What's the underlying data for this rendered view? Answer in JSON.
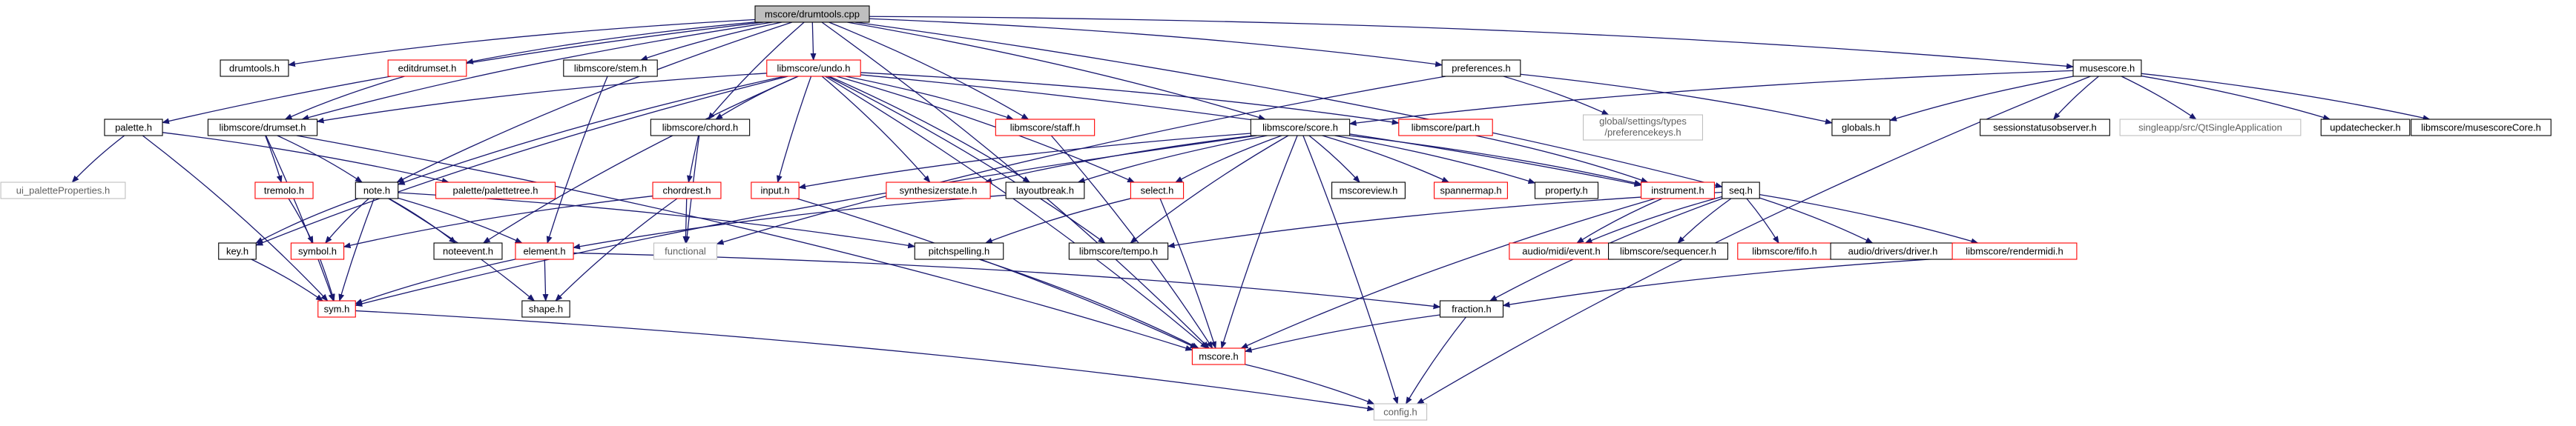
{
  "graph": {
    "title": "mscore/drumtools.cpp",
    "nodes": [
      {
        "id": "root",
        "label": "mscore/drumtools.cpp",
        "style": "root"
      },
      {
        "id": "drumtools_h",
        "label": "drumtools.h",
        "style": "black"
      },
      {
        "id": "editdrumset_h",
        "label": "editdrumset.h",
        "style": "red"
      },
      {
        "id": "stem_h",
        "label": "libmscore/stem.h",
        "style": "black"
      },
      {
        "id": "undo_h",
        "label": "libmscore/undo.h",
        "style": "red"
      },
      {
        "id": "preferences_h",
        "label": "preferences.h",
        "style": "black"
      },
      {
        "id": "musescore_h",
        "label": "musescore.h",
        "style": "black"
      },
      {
        "id": "palette_h",
        "label": "palette.h",
        "style": "black"
      },
      {
        "id": "drumset_h",
        "label": "libmscore/drumset.h",
        "style": "black"
      },
      {
        "id": "chord_h",
        "label": "libmscore/chord.h",
        "style": "black"
      },
      {
        "id": "staff_h",
        "label": "libmscore/staff.h",
        "style": "red"
      },
      {
        "id": "score_h",
        "label": "libmscore/score.h",
        "style": "black"
      },
      {
        "id": "part_h",
        "label": "libmscore/part.h",
        "style": "red"
      },
      {
        "id": "prefkeys_h",
        "label": "global/settings/types\n/preferencekeys.h",
        "style": "gray"
      },
      {
        "id": "globals_h",
        "label": "globals.h",
        "style": "black"
      },
      {
        "id": "sessionstatus_h",
        "label": "sessionstatusobserver.h",
        "style": "black"
      },
      {
        "id": "qtsingle_h",
        "label": "singleapp/src/QtSingleApplication",
        "style": "gray"
      },
      {
        "id": "updatechecker_h",
        "label": "updatechecker.h",
        "style": "black"
      },
      {
        "id": "musescorecore_h",
        "label": "libmscore/musescoreCore.h",
        "style": "black"
      },
      {
        "id": "ui_palette_h",
        "label": "ui_paletteProperties.h",
        "style": "gray"
      },
      {
        "id": "tremolo_h",
        "label": "tremolo.h",
        "style": "red"
      },
      {
        "id": "note_h",
        "label": "note.h",
        "style": "black"
      },
      {
        "id": "palettetree_h",
        "label": "palette/palettetree.h",
        "style": "red"
      },
      {
        "id": "chordrest_h",
        "label": "chordrest.h",
        "style": "red"
      },
      {
        "id": "input_h",
        "label": "input.h",
        "style": "red"
      },
      {
        "id": "synthstate_h",
        "label": "synthesizerstate.h",
        "style": "red"
      },
      {
        "id": "layoutbreak_h",
        "label": "layoutbreak.h",
        "style": "black"
      },
      {
        "id": "select_h",
        "label": "select.h",
        "style": "red"
      },
      {
        "id": "mscoreview_h",
        "label": "mscoreview.h",
        "style": "black"
      },
      {
        "id": "spannermap_h",
        "label": "spannermap.h",
        "style": "red"
      },
      {
        "id": "property_h",
        "label": "property.h",
        "style": "black"
      },
      {
        "id": "instrument_h",
        "label": "instrument.h",
        "style": "red"
      },
      {
        "id": "seq_h",
        "label": "seq.h",
        "style": "black"
      },
      {
        "id": "key_h",
        "label": "key.h",
        "style": "black"
      },
      {
        "id": "symbol_h",
        "label": "symbol.h",
        "style": "red"
      },
      {
        "id": "noteevent_h",
        "label": "noteevent.h",
        "style": "black"
      },
      {
        "id": "element_h",
        "label": "element.h",
        "style": "red"
      },
      {
        "id": "functional",
        "label": "functional",
        "style": "gray"
      },
      {
        "id": "pitchspelling_h",
        "label": "pitchspelling.h",
        "style": "black"
      },
      {
        "id": "tempo_h",
        "label": "libmscore/tempo.h",
        "style": "black"
      },
      {
        "id": "event_h",
        "label": "audio/midi/event.h",
        "style": "red"
      },
      {
        "id": "sequencer_h",
        "label": "libmscore/sequencer.h",
        "style": "black"
      },
      {
        "id": "fifo_h",
        "label": "libmscore/fifo.h",
        "style": "red"
      },
      {
        "id": "driver_h",
        "label": "audio/drivers/driver.h",
        "style": "black"
      },
      {
        "id": "rendermidi_h",
        "label": "libmscore/rendermidi.h",
        "style": "red"
      },
      {
        "id": "sym_h",
        "label": "sym.h",
        "style": "red"
      },
      {
        "id": "shape_h",
        "label": "shape.h",
        "style": "black"
      },
      {
        "id": "fraction_h",
        "label": "fraction.h",
        "style": "black"
      },
      {
        "id": "mscore_h",
        "label": "mscore.h",
        "style": "red"
      },
      {
        "id": "config_h",
        "label": "config.h",
        "style": "gray"
      }
    ],
    "edges": [
      [
        "root",
        "drumtools_h"
      ],
      [
        "root",
        "editdrumset_h"
      ],
      [
        "root",
        "stem_h"
      ],
      [
        "root",
        "undo_h"
      ],
      [
        "root",
        "preferences_h"
      ],
      [
        "root",
        "musescore_h"
      ],
      [
        "root",
        "palette_h"
      ],
      [
        "root",
        "drumset_h"
      ],
      [
        "root",
        "chord_h"
      ],
      [
        "root",
        "staff_h"
      ],
      [
        "root",
        "score_h"
      ],
      [
        "root",
        "note_h"
      ],
      [
        "root",
        "seq_h"
      ],
      [
        "root",
        "mscore_h"
      ],
      [
        "editdrumset_h",
        "drumset_h"
      ],
      [
        "stem_h",
        "element_h"
      ],
      [
        "undo_h",
        "drumset_h"
      ],
      [
        "undo_h",
        "chord_h"
      ],
      [
        "undo_h",
        "staff_h"
      ],
      [
        "undo_h",
        "part_h"
      ],
      [
        "undo_h",
        "input_h"
      ],
      [
        "undo_h",
        "synthstate_h"
      ],
      [
        "undo_h",
        "select_h"
      ],
      [
        "undo_h",
        "instrument_h"
      ],
      [
        "undo_h",
        "note_h"
      ],
      [
        "undo_h",
        "key_h"
      ],
      [
        "undo_h",
        "noteevent_h"
      ],
      [
        "undo_h",
        "tempo_h"
      ],
      [
        "undo_h",
        "mscore_h"
      ],
      [
        "undo_h",
        "layoutbreak_h"
      ],
      [
        "preferences_h",
        "globals_h"
      ],
      [
        "preferences_h",
        "prefkeys_h"
      ],
      [
        "preferences_h",
        "functional"
      ],
      [
        "musescore_h",
        "score_h"
      ],
      [
        "musescore_h",
        "globals_h"
      ],
      [
        "musescore_h",
        "sessionstatus_h"
      ],
      [
        "musescore_h",
        "qtsingle_h"
      ],
      [
        "musescore_h",
        "updatechecker_h"
      ],
      [
        "musescore_h",
        "musescorecore_h"
      ],
      [
        "musescore_h",
        "config_h"
      ],
      [
        "palette_h",
        "ui_palette_h"
      ],
      [
        "palette_h",
        "palettetree_h"
      ],
      [
        "palette_h",
        "sym_h"
      ],
      [
        "drumset_h",
        "tremolo_h"
      ],
      [
        "drumset_h",
        "note_h"
      ],
      [
        "drumset_h",
        "sym_h"
      ],
      [
        "drumset_h",
        "mscore_h"
      ],
      [
        "chord_h",
        "chordrest_h"
      ],
      [
        "chord_h",
        "functional"
      ],
      [
        "staff_h",
        "mscore_h"
      ],
      [
        "score_h",
        "input_h"
      ],
      [
        "score_h",
        "synthstate_h"
      ],
      [
        "score_h",
        "layoutbreak_h"
      ],
      [
        "score_h",
        "select_h"
      ],
      [
        "score_h",
        "mscoreview_h"
      ],
      [
        "score_h",
        "spannermap_h"
      ],
      [
        "score_h",
        "property_h"
      ],
      [
        "score_h",
        "instrument_h"
      ],
      [
        "score_h",
        "sym_h"
      ],
      [
        "score_h",
        "tempo_h"
      ],
      [
        "score_h",
        "mscore_h"
      ],
      [
        "score_h",
        "config_h"
      ],
      [
        "part_h",
        "instrument_h"
      ],
      [
        "tremolo_h",
        "symbol_h"
      ],
      [
        "note_h",
        "key_h"
      ],
      [
        "note_h",
        "symbol_h"
      ],
      [
        "note_h",
        "noteevent_h"
      ],
      [
        "note_h",
        "element_h"
      ],
      [
        "note_h",
        "pitchspelling_h"
      ],
      [
        "note_h",
        "sym_h"
      ],
      [
        "note_h",
        "shape_h"
      ],
      [
        "chordrest_h",
        "symbol_h"
      ],
      [
        "chordrest_h",
        "functional"
      ],
      [
        "chordrest_h",
        "shape_h"
      ],
      [
        "input_h",
        "mscore_h"
      ],
      [
        "layoutbreak_h",
        "element_h"
      ],
      [
        "select_h",
        "pitchspelling_h"
      ],
      [
        "select_h",
        "mscore_h"
      ],
      [
        "instrument_h",
        "event_h"
      ],
      [
        "instrument_h",
        "mscore_h"
      ],
      [
        "seq_h",
        "event_h"
      ],
      [
        "seq_h",
        "sequencer_h"
      ],
      [
        "seq_h",
        "fifo_h"
      ],
      [
        "seq_h",
        "driver_h"
      ],
      [
        "seq_h",
        "rendermidi_h"
      ],
      [
        "seq_h",
        "fraction_h"
      ],
      [
        "seq_h",
        "tempo_h"
      ],
      [
        "key_h",
        "sym_h"
      ],
      [
        "symbol_h",
        "sym_h"
      ],
      [
        "element_h",
        "sym_h"
      ],
      [
        "element_h",
        "shape_h"
      ],
      [
        "element_h",
        "fraction_h"
      ],
      [
        "pitchspelling_h",
        "mscore_h"
      ],
      [
        "rendermidi_h",
        "fraction_h"
      ],
      [
        "sym_h",
        "config_h"
      ],
      [
        "fraction_h",
        "mscore_h"
      ],
      [
        "fraction_h",
        "config_h"
      ],
      [
        "mscore_h",
        "config_h"
      ]
    ]
  }
}
